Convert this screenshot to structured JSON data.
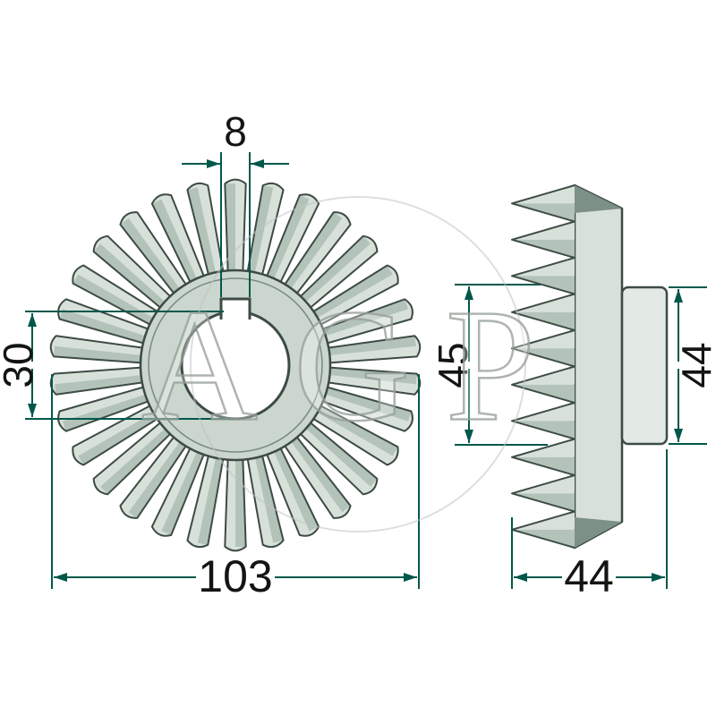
{
  "watermark": {
    "text": "AGP"
  },
  "colors": {
    "dimension_line": "#00584b",
    "dimension_text": "#121512",
    "gear_outline": "#3d4b45",
    "gear_light": "#d8e1d9",
    "gear_medium": "#b3c3b9",
    "gear_hub": "#cbd6ce",
    "gear_face": "#e3e9e4",
    "watermark": "#9aa29c",
    "background": "#ffffff"
  },
  "front_view": {
    "dim_keyway_width": "8",
    "dim_bore_diameter": "30",
    "dim_outer_diameter": "103"
  },
  "side_view": {
    "dim_face_diameter": "45",
    "dim_hub_diameter": "44",
    "dim_overall_width": "44"
  }
}
